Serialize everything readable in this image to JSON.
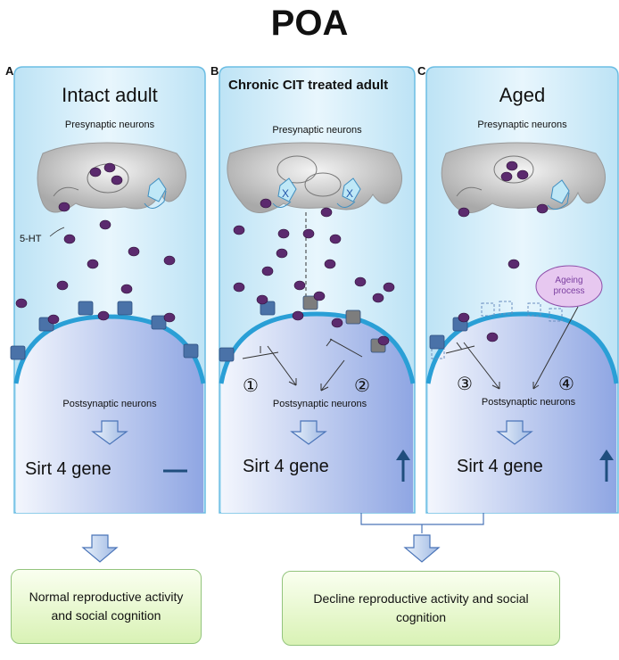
{
  "title": "POA",
  "panels": [
    {
      "letter": "A",
      "title": "Intact adult",
      "presynaptic": "Presynaptic neurons",
      "postsynaptic": "Postsynaptic neurons",
      "sirt": "Sirt 4 gene",
      "indicator": "—"
    },
    {
      "letter": "B",
      "title": "Chronic CIT treated adult",
      "presynaptic": "Presynaptic neurons",
      "postsynaptic": "Postsynaptic neurons",
      "sirt": "Sirt 4 gene",
      "indicator": "↑",
      "markers": [
        "①",
        "②"
      ]
    },
    {
      "letter": "C",
      "title": "Aged",
      "presynaptic": "Presynaptic neurons",
      "postsynaptic": "Postsynaptic neurons",
      "sirt": "Sirt 4 gene",
      "indicator": "↑",
      "markers": [
        "③",
        "④"
      ],
      "ageing": "Ageing process"
    }
  ],
  "label_5ht": "5-HT",
  "outcomes": {
    "normal": "Normal reproductive activity and social cognition",
    "decline": "Decline reproductive activity and social cognition"
  },
  "colors": {
    "panel": "#dff1fb",
    "membrane": "#2a9fd6",
    "receptor": "#4a72a8",
    "serotonin": "#5b2a6e",
    "outcome": "#e6f7cc"
  }
}
